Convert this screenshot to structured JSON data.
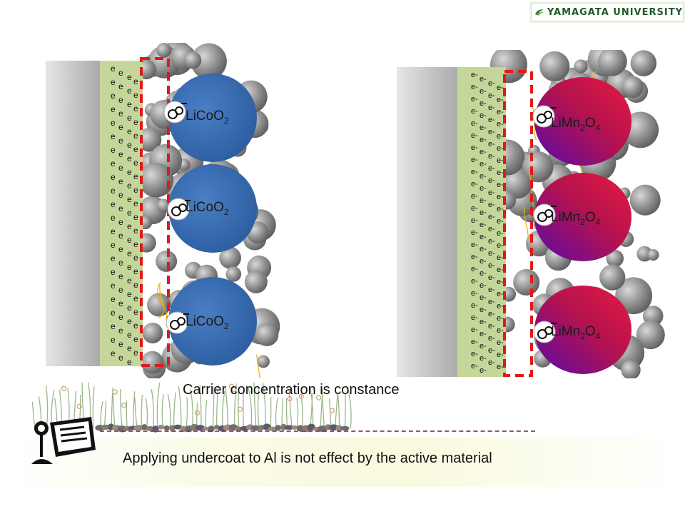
{
  "logo": {
    "text": "YAMAGATA UNIVERSITY",
    "color": "#1f5a2a"
  },
  "left_panel": {
    "material": "LiCoO",
    "subscript": "2",
    "particle_color": "#2e63a8",
    "electron_symbol": "e"
  },
  "right_panel": {
    "material_a": "LiMn",
    "sub_a": "2",
    "material_b": "O",
    "sub_b": "4",
    "particle_color_a": "#d81a4a",
    "particle_color_b": "#6a0ea8",
    "electron_symbol": "e-"
  },
  "captions": {
    "carrier": "Carrier concentration is constance",
    "undercoat": "Applying undercoat to Al is not effect by the active material"
  },
  "colors": {
    "collector": "#bdbdbd",
    "undercoat_layer": "#c5d69a",
    "interface_box": "#e0191b",
    "carbon": "#8a8a8a"
  }
}
